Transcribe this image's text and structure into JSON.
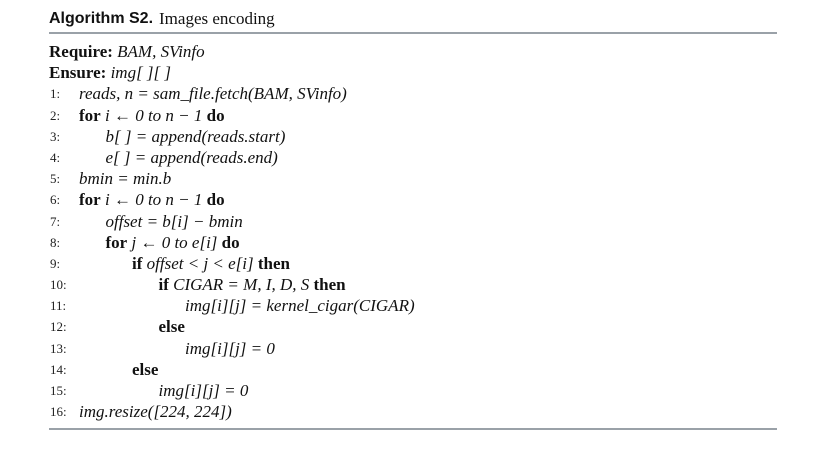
{
  "algorithm": {
    "label": "Algorithm S2.",
    "title": "Images encoding",
    "require_kw": "Require:",
    "require_text": "BAM, SVinfo",
    "ensure_kw": "Ensure:",
    "ensure_text": "img[ ][ ]",
    "lines": [
      {
        "num": "1:",
        "kw": "",
        "text": "reads, n = sam_file.fetch(BAM, SVinfo)",
        "indent": 0
      },
      {
        "num": "2:",
        "kw": "for",
        "text": "i ← 0 to n − 1",
        "kw_end": "do",
        "indent": 0
      },
      {
        "num": "3:",
        "kw": "",
        "text": "b[ ] = append(reads.start)",
        "indent": 1
      },
      {
        "num": "4:",
        "kw": "",
        "text": "e[ ] = append(reads.end)",
        "indent": 1
      },
      {
        "num": "5:",
        "kw": "",
        "text": "bmin = min.b",
        "indent": 0
      },
      {
        "num": "6:",
        "kw": "for",
        "text": "i ← 0 to n − 1",
        "kw_end": "do",
        "indent": 0
      },
      {
        "num": "7:",
        "kw": "",
        "text": "offset = b[i] − bmin",
        "indent": 1
      },
      {
        "num": "8:",
        "kw": "for",
        "text": "j ← 0 to e[i]",
        "kw_end": "do",
        "indent": 1
      },
      {
        "num": "9:",
        "kw": "if",
        "text": "offset < j < e[i]",
        "kw_end": "then",
        "indent": 2
      },
      {
        "num": "10:",
        "kw": "if",
        "text": "CIGAR = M, I, D, S",
        "kw_end": "then",
        "indent": 3
      },
      {
        "num": "11:",
        "kw": "",
        "text": "img[i][j] = kernel_cigar(CIGAR)",
        "indent": 4
      },
      {
        "num": "12:",
        "kw": "else",
        "text": "",
        "indent": 3
      },
      {
        "num": "13:",
        "kw": "",
        "text": "img[i][j] = 0",
        "indent": 4
      },
      {
        "num": "14:",
        "kw": "else",
        "text": "",
        "indent": 2
      },
      {
        "num": "15:",
        "kw": "",
        "text": "img[i][j] = 0",
        "indent": 3
      },
      {
        "num": "16:",
        "kw": "",
        "text": "img.resize([224, 224])",
        "indent": 0
      }
    ]
  }
}
